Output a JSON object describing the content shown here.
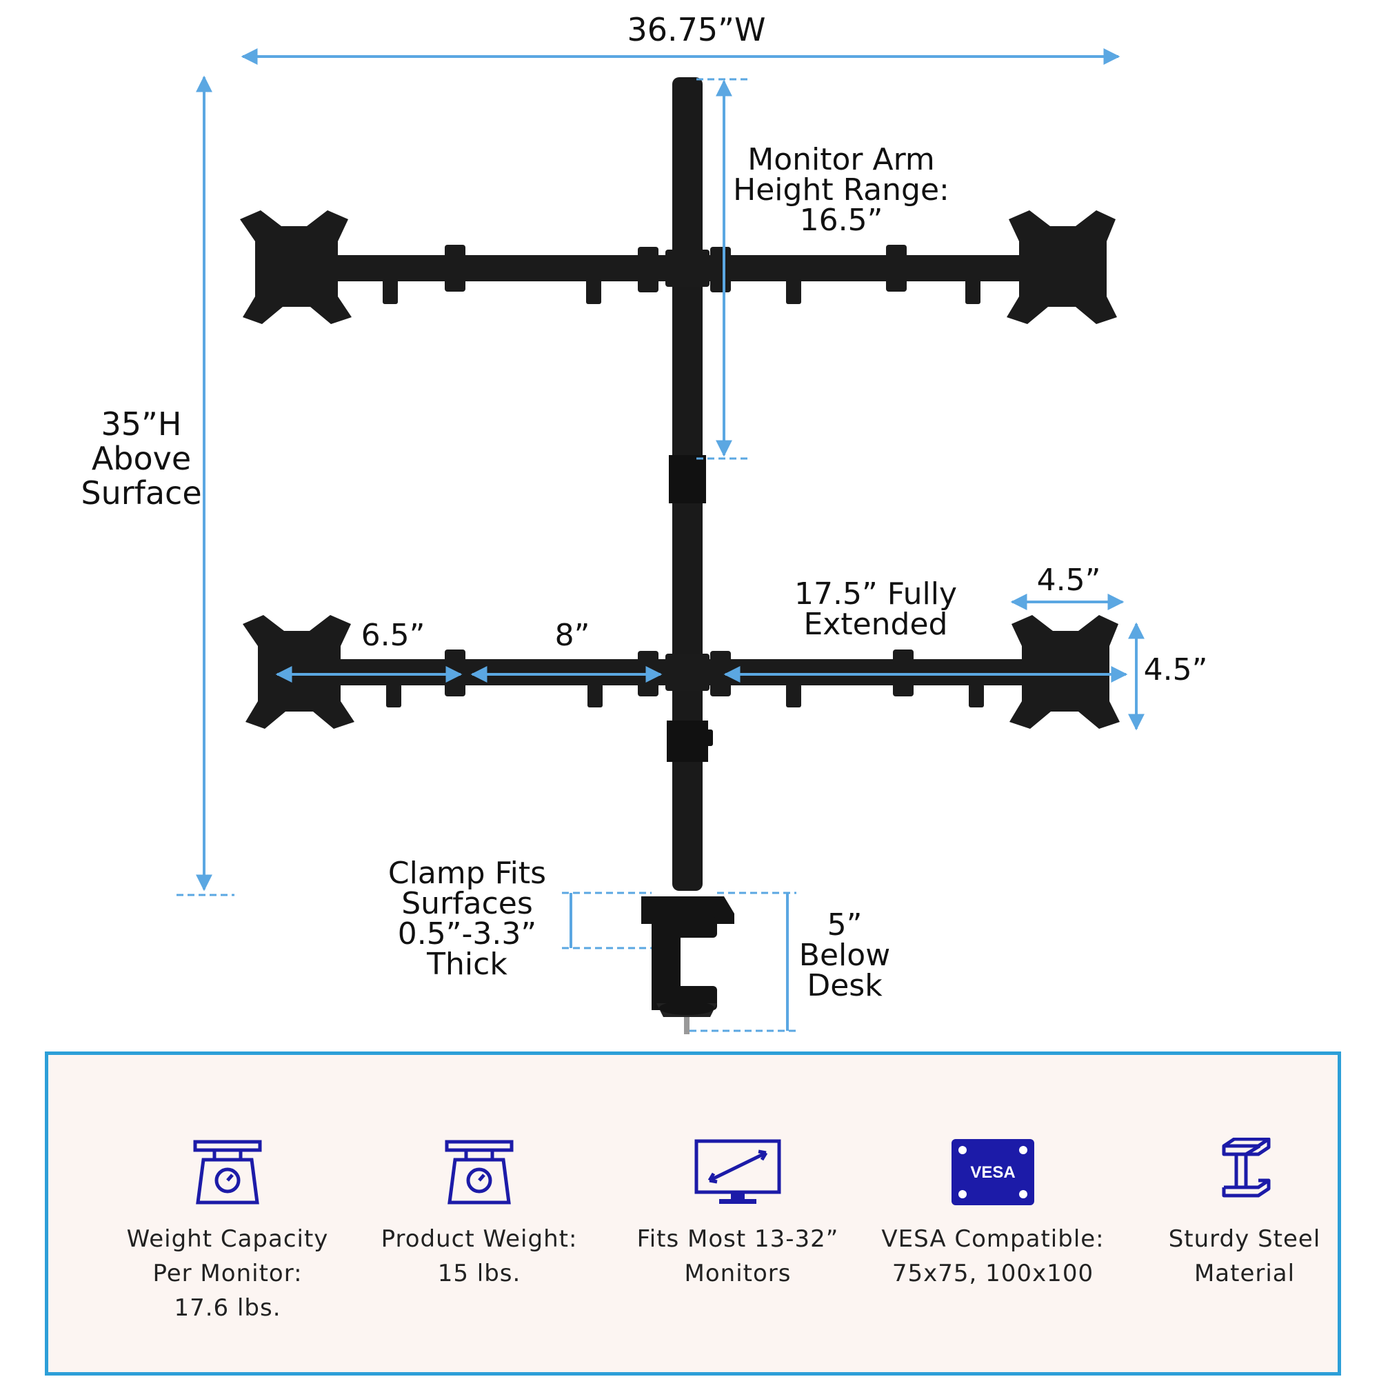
{
  "colors": {
    "dimension": "#5ba7e2",
    "steel": "#1a1a1a",
    "panel_border": "#2d9fd8",
    "panel_bg": "#fcf5f2",
    "icon": "#1c1ba8"
  },
  "dimensions": {
    "width": "36.75”W",
    "height": [
      "35”H",
      "Above",
      "Surface"
    ],
    "arm_height_range": [
      "Monitor Arm",
      "Height Range:",
      "16.5”"
    ],
    "arm_segment_1": "6.5”",
    "arm_segment_2": "8”",
    "fully_extended": [
      "17.5” Fully",
      "Extended"
    ],
    "vesa_width": "4.5”",
    "vesa_height": "4.5”",
    "clamp": [
      "Clamp Fits",
      "Surfaces",
      "0.5”-3.3”",
      "Thick"
    ],
    "below_desk": [
      "5”",
      "Below",
      "Desk"
    ]
  },
  "features": [
    {
      "icon": "scale-icon",
      "lines": [
        "Weight Capacity",
        "Per Monitor:",
        "17.6 lbs."
      ]
    },
    {
      "icon": "scale-icon",
      "lines": [
        "Product Weight:",
        "15 lbs."
      ]
    },
    {
      "icon": "monitor-icon",
      "lines": [
        "Fits Most 13-32”",
        "Monitors"
      ]
    },
    {
      "icon": "vesa-icon",
      "badge": "VESA",
      "lines": [
        "VESA Compatible:",
        "75x75, 100x100"
      ]
    },
    {
      "icon": "steel-beam-icon",
      "lines": [
        "Sturdy Steel",
        "Material"
      ]
    }
  ]
}
